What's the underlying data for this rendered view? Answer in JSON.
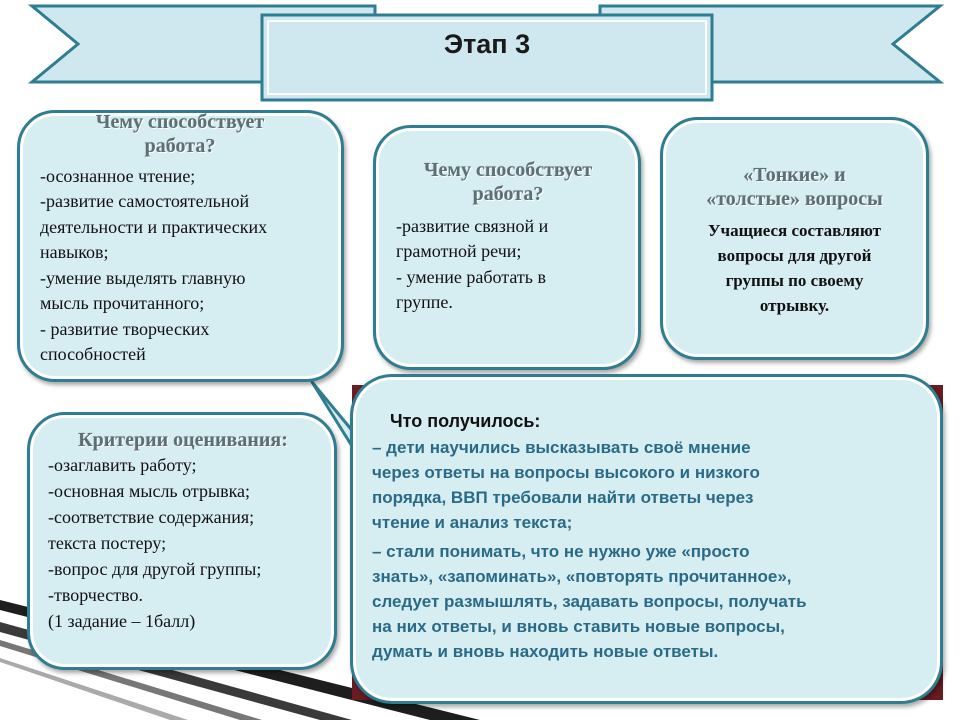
{
  "banner": {
    "title": "Этап 3"
  },
  "box_left": {
    "heading": [
      "Чему способствует",
      "работа?"
    ],
    "lines": [
      " -осознанное чтение;",
      "-развитие самостоятельной",
      "деятельности и практических",
      "навыков;",
      "-умение выделять главную",
      "мысль прочитанного;",
      "- развитие творческих",
      "способностей"
    ]
  },
  "box_middle": {
    "heading": [
      "Чему способствует",
      "работа?"
    ],
    "lines": [
      "-развитие связной  и",
      "грамотной речи;",
      "- умение работать в",
      "группе."
    ]
  },
  "box_right": {
    "heading": [
      "«Тонкие» и",
      "«толстые» вопросы"
    ],
    "lines": [
      "Учащиеся составляют",
      "вопросы для другой",
      "группы по своему",
      "отрывку."
    ]
  },
  "box_criteria": {
    "heading": "Критерии оценивания:",
    "lines": [
      "-озаглавить работу;",
      "-основная мысль отрывка;",
      "-соответствие содержания;",
      " текста постеру;",
      "-вопрос для другой группы;",
      "-творчество.",
      " (1 задание  – 1балл)"
    ]
  },
  "box_result": {
    "heading": "Что  получилось:",
    "lines": [
      "  – дети научились высказывать своё мнение",
      "через ответы на вопросы высокого и низкого",
      "порядка,  ВВП  требовали найти ответы через",
      "чтение и анализ текста;",
      "–  стали понимать, что не нужно уже «просто",
      "знать», «запоминать», «повторять прочитанное»,",
      "следует размышлять,  задавать вопросы, получать",
      "на них ответы,  и вновь ставить новые вопросы,",
      "думать и вновь находить новые ответы."
    ]
  },
  "colors": {
    "box_fill": "#d6edf2",
    "box_border": "#2f7d90",
    "banner_fill": "#cfe8ef",
    "result_text": "#2a6a86",
    "heading_text": "#5b6f74"
  }
}
